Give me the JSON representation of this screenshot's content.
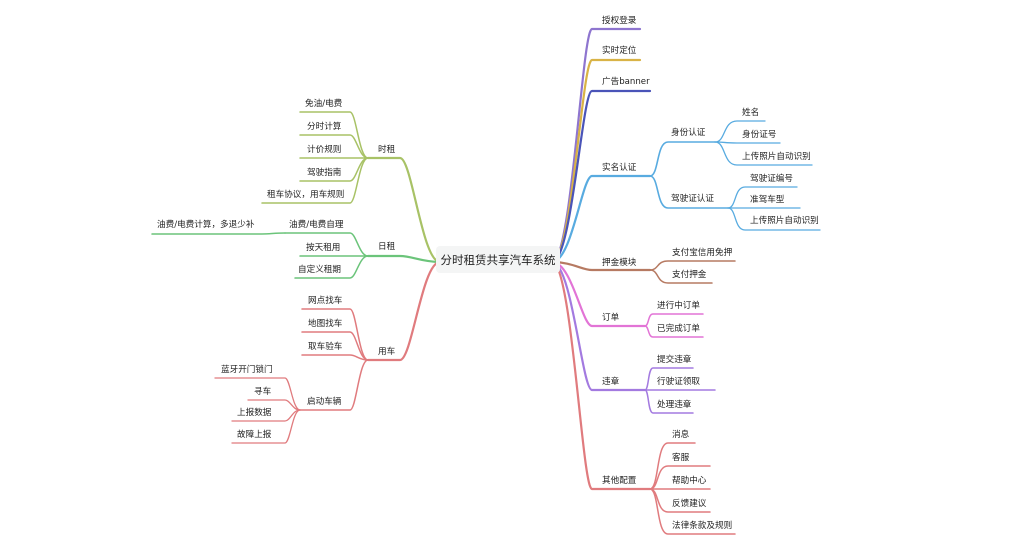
{
  "root": "分时租赁共享汽车系统",
  "colors": {
    "purple": "#8e75cf",
    "yellow": "#d9b346",
    "navy": "#4a54b8",
    "blue": "#58abe0",
    "brown": "#b67a62",
    "pink": "#e274d6",
    "violet": "#a37ae0",
    "red": "#e07b7e",
    "olive": "#a8c266",
    "green": "#6bc47a"
  },
  "right": {
    "auth_login": "授权登录",
    "realtime_location": "实时定位",
    "ad_banner": "广告banner",
    "real_name": {
      "label": "实名认证",
      "id_auth": {
        "label": "身份认证",
        "items": [
          "姓名",
          "身份证号",
          "上传照片自动识别"
        ]
      },
      "license_auth": {
        "label": "驾驶证认证",
        "items": [
          "驾驶证编号",
          "准驾车型",
          "上传照片自动识别"
        ]
      }
    },
    "deposit": {
      "label": "押金模块",
      "items": [
        "支付宝信用免押",
        "支付押金"
      ]
    },
    "order": {
      "label": "订单",
      "items": [
        "进行中订单",
        "已完成订单"
      ]
    },
    "violation": {
      "label": "违章",
      "items": [
        "提交违章",
        "行驶证领取",
        "处理违章"
      ]
    },
    "other": {
      "label": "其他配置",
      "items": [
        "消息",
        "客服",
        "帮助中心",
        "反馈建议",
        "法律条款及规则"
      ]
    }
  },
  "left": {
    "hourly": {
      "label": "时租",
      "items": [
        "免油/电费",
        "分时计算",
        "计价规则",
        "驾驶指南",
        "租车协议，用车规则"
      ]
    },
    "daily": {
      "label": "日租",
      "fuel": {
        "label": "油费/电费自理",
        "detail": "油费/电费计算，多退少补"
      },
      "items": [
        "按天租用",
        "自定义租期"
      ]
    },
    "use_car": {
      "label": "用车",
      "items": [
        "网点找车",
        "地图找车",
        "取车验车"
      ],
      "start": {
        "label": "启动车辆",
        "items": [
          "蓝牙开门锁门",
          "寻车",
          "上报数据",
          "故障上报"
        ]
      }
    }
  }
}
